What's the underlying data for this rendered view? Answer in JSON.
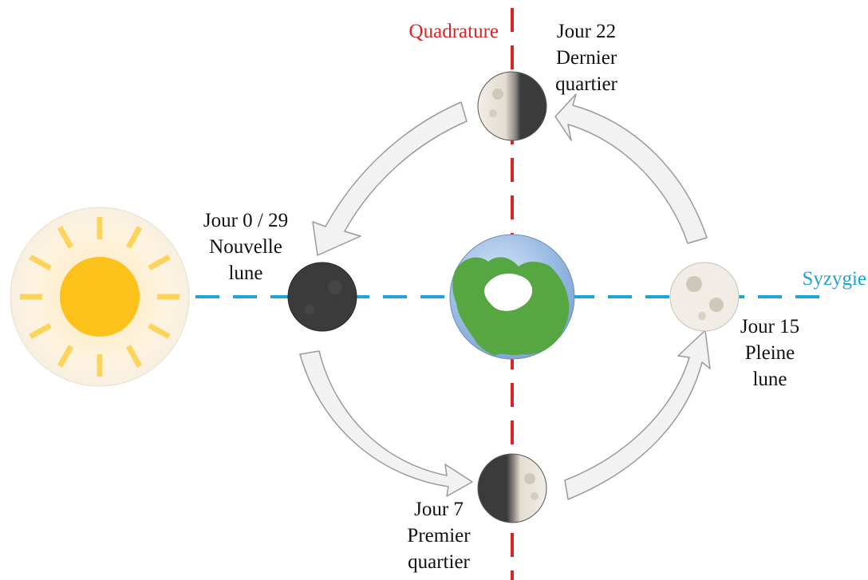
{
  "axes": {
    "quadrature": {
      "label": "Quadrature",
      "color": "#d62628"
    },
    "syzygie": {
      "label": "Syzygie",
      "color": "#1fa4d9"
    }
  },
  "phases": {
    "new_moon": {
      "day": "Jour 0 / 29",
      "name": "Nouvelle",
      "name2": "lune"
    },
    "first_quarter": {
      "day": "Jour 7",
      "name": "Premier",
      "name2": "quartier"
    },
    "full_moon": {
      "day": "Jour 15",
      "name": "Pleine",
      "name2": "lune"
    },
    "last_quarter": {
      "day": "Jour 22",
      "name": "Dernier",
      "name2": "quartier"
    }
  },
  "colors": {
    "sun_core": "#fcc21b",
    "sun_halo": "#fdf0d6",
    "moon_dark": "#3b3b3b",
    "moon_light": "#f1ede6",
    "earth_ocean": "#8bb3e0",
    "earth_land": "#56a641",
    "arrow_fill": "#f2f2f2",
    "arrow_stroke": "#9a9a9a"
  }
}
